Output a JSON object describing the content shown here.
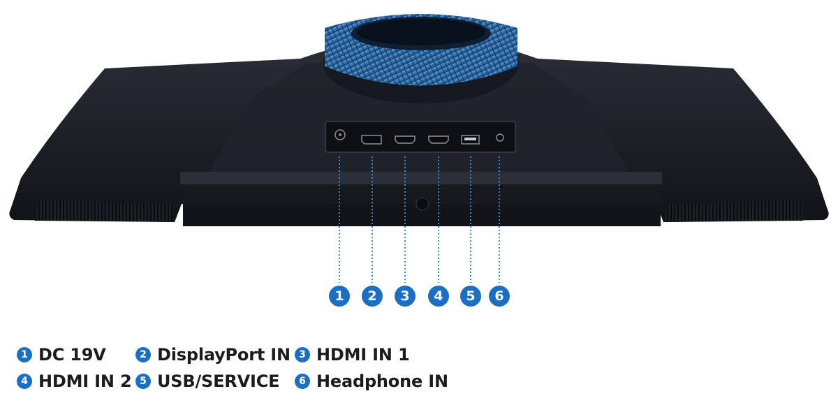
{
  "ports": [
    {
      "number": "1",
      "label": "DC 19V",
      "icon": "dc-power-jack-icon"
    },
    {
      "number": "2",
      "label": "DisplayPort IN",
      "icon": "displayport-icon"
    },
    {
      "number": "3",
      "label": "HDMI IN 1",
      "icon": "hdmi-icon"
    },
    {
      "number": "4",
      "label": "HDMI IN 2",
      "icon": "hdmi-icon"
    },
    {
      "number": "5",
      "label": "USB/SERVICE",
      "icon": "usb-icon"
    },
    {
      "number": "6",
      "label": "Headphone IN",
      "icon": "headphone-jack-icon"
    }
  ],
  "colors": {
    "accent": "#1a6fc4",
    "monitor_body": "#1c1f26",
    "stand_ring": "#2f6fb0",
    "text": "#1c1c1c"
  }
}
